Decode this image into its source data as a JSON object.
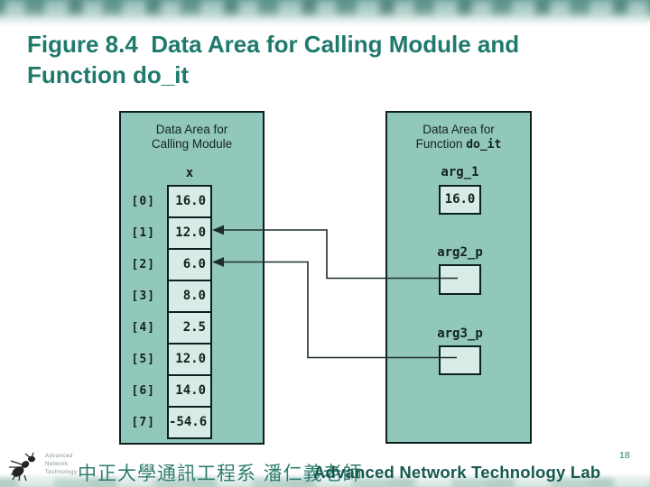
{
  "slide": {
    "title_line1": "Figure 8.4  Data Area for Calling Module and",
    "title_line2": "Function do_it",
    "page_number": "18"
  },
  "left_panel": {
    "title_line1": "Data Area for",
    "title_line2": "Calling Module",
    "array_name": "x",
    "rows": [
      {
        "index": "[0]",
        "value": "16.0"
      },
      {
        "index": "[1]",
        "value": "12.0"
      },
      {
        "index": "[2]",
        "value": "6.0"
      },
      {
        "index": "[3]",
        "value": "8.0"
      },
      {
        "index": "[4]",
        "value": "2.5"
      },
      {
        "index": "[5]",
        "value": "12.0"
      },
      {
        "index": "[6]",
        "value": "14.0"
      },
      {
        "index": "[7]",
        "value": "-54.6"
      }
    ]
  },
  "right_panel": {
    "title_line1": "Data Area for",
    "title_line2_prefix": "Function ",
    "title_line2_func": "do_it",
    "args": [
      {
        "label": "arg_1",
        "value": "16.0"
      },
      {
        "label": "arg2_p",
        "value": ""
      },
      {
        "label": "arg3_p",
        "value": ""
      }
    ]
  },
  "pointers": [
    {
      "from": "arg2_p",
      "to": "x[1]"
    },
    {
      "from": "arg3_p",
      "to": "x[2]"
    }
  ],
  "footer": {
    "logo_line1": "Advanced",
    "logo_line2": "Network",
    "logo_line3": "Technology",
    "dept_text": "中正大學通訊工程系 潘仁義老師",
    "lab_name": "Advanced Network Technology Lab"
  },
  "colors": {
    "title_teal": "#1e7a6b",
    "panel_fill": "#92c8bc",
    "cell_fill": "#d7ece6",
    "border_dark": "#0c201e",
    "footer_teal": "#2e7d6e",
    "lab_teal": "#16594f"
  }
}
